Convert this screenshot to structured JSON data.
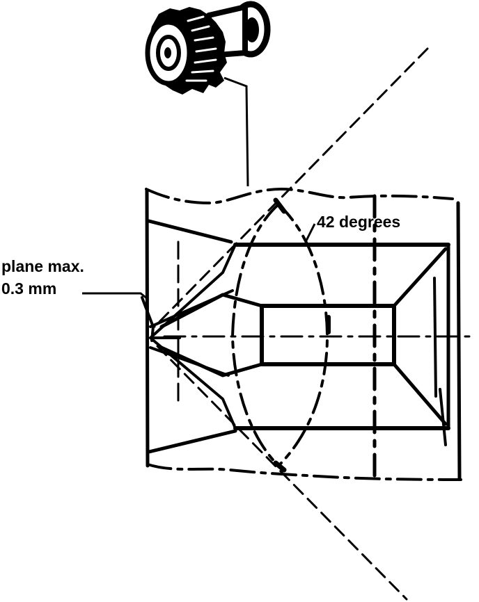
{
  "labels": {
    "angle": "42 degrees",
    "plane_line1": "plane max.",
    "plane_line2": "0.3 mm"
  },
  "colors": {
    "ink": "#000000",
    "background": "#ffffff"
  }
}
